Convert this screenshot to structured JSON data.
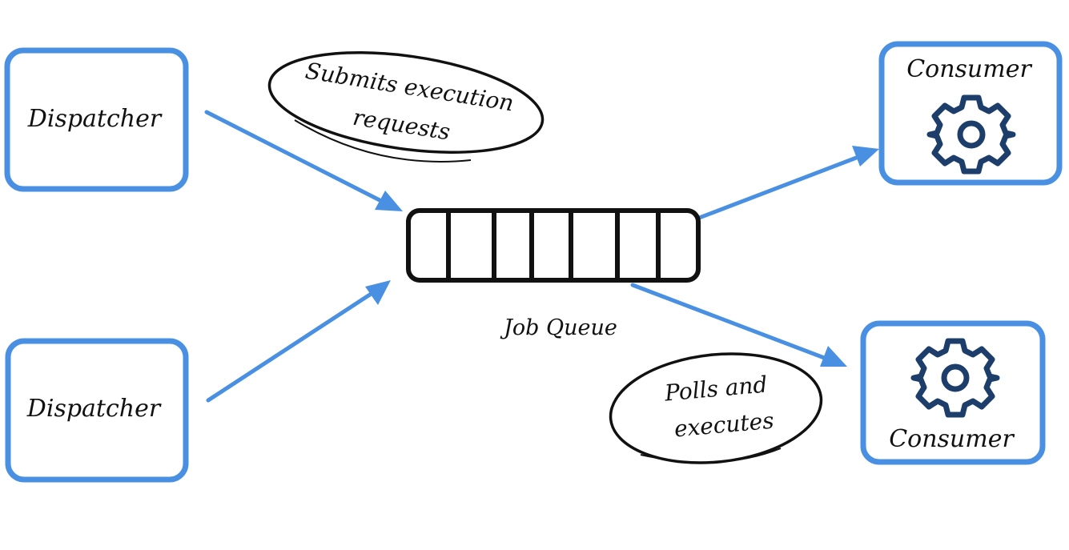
{
  "diagram": {
    "nodes": {
      "dispatcher_top": {
        "label": "Dispatcher"
      },
      "dispatcher_bottom": {
        "label": "Dispatcher"
      },
      "consumer_top": {
        "label": "Consumer",
        "icon": "gear-icon"
      },
      "consumer_bottom": {
        "label": "Consumer",
        "icon": "gear-icon"
      }
    },
    "queue": {
      "label": "Job Queue"
    },
    "annotations": {
      "submits": {
        "line1": "Submits execution",
        "line2": "requests"
      },
      "polls": {
        "line1": "Polls and",
        "line2": "executes"
      }
    },
    "colors": {
      "accent": "#4a90e2",
      "icon": "#1d3d6b",
      "ink": "#111111"
    }
  }
}
